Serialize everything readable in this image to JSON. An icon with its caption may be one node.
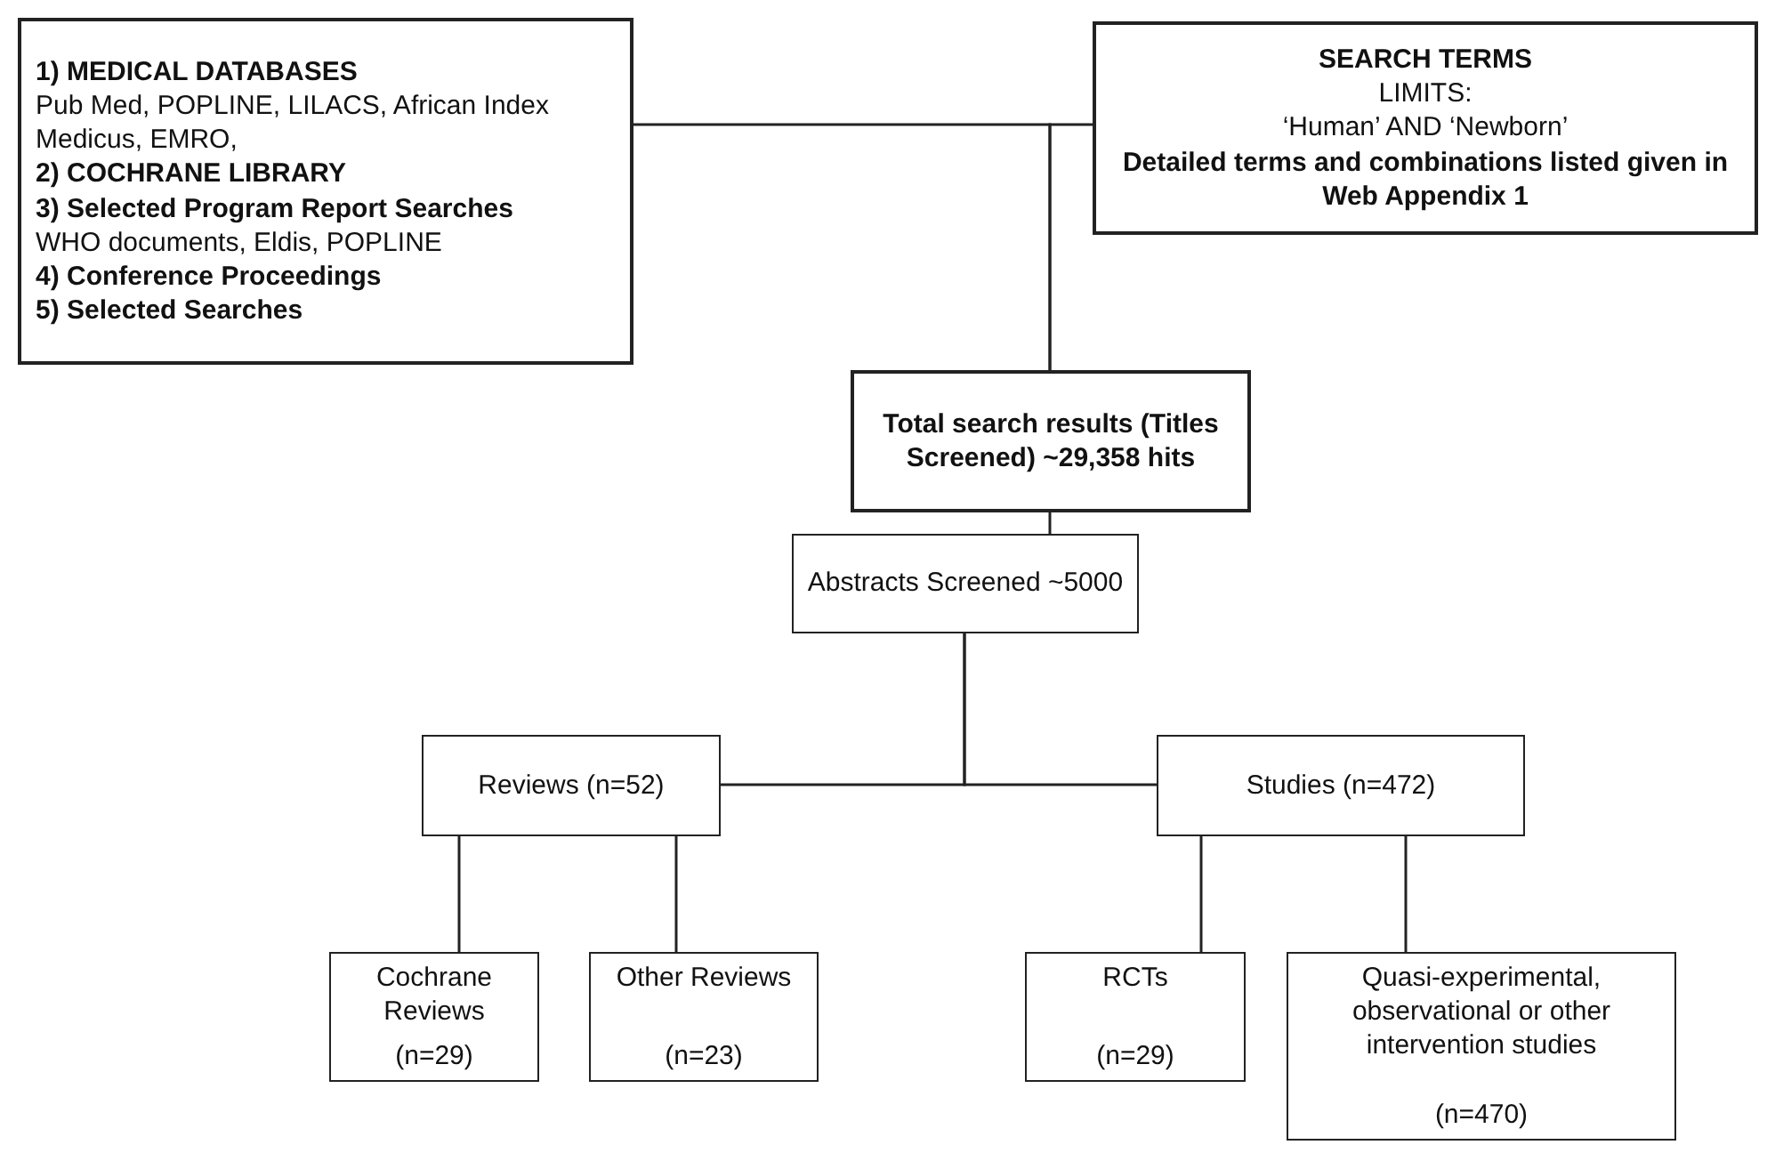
{
  "diagram": {
    "nodes": [
      {
        "text": [
          "1) MEDICAL DATABASES",
          "Pub Med, POPLINE, LILACS, African Index Medicus, EMRO,",
          "2) COCHRANE LIBRARY",
          "3) Selected Program Report Searches",
          "WHO documents, Eldis, POPLINE",
          "4) Conference Proceedings",
          "5) Selected Searches"
        ]
      },
      {
        "text": [
          "SEARCH TERMS",
          "LIMITS:",
          "‘Human’ AND ‘Newborn’",
          "Detailed terms and combinations listed given in Web Appendix 1"
        ]
      },
      {
        "text": [
          "Total search results (Titles Screened) ~29,358 hits"
        ]
      },
      {
        "text": [
          "Abstracts Screened ~5000"
        ]
      },
      {
        "text": [
          "Reviews (n=52)"
        ]
      },
      {
        "text": [
          "Studies (n=472)"
        ]
      },
      {
        "text": [
          "Cochrane Reviews",
          "(n=29)"
        ]
      },
      {
        "text": [
          "Other Reviews",
          "(n=23)"
        ]
      },
      {
        "text": [
          "RCTs",
          "(n=29)"
        ]
      },
      {
        "text": [
          "Quasi-experimental, observational or other intervention studies",
          "(n=470)"
        ]
      }
    ],
    "edges": [
      {
        "from": 0,
        "to": 2,
        "arrow": "none"
      },
      {
        "from": 1,
        "to": 2,
        "arrow": "none"
      },
      {
        "from": 2,
        "to": 3,
        "arrow": "none"
      },
      {
        "from": 3,
        "to": 4,
        "arrow": "none"
      },
      {
        "from": 3,
        "to": 5,
        "arrow": "none"
      },
      {
        "from": 4,
        "to": 6,
        "arrow": "none"
      },
      {
        "from": 4,
        "to": 7,
        "arrow": "none"
      },
      {
        "from": 5,
        "to": 8,
        "arrow": "none"
      },
      {
        "from": 5,
        "to": 9,
        "arrow": "none"
      }
    ]
  }
}
